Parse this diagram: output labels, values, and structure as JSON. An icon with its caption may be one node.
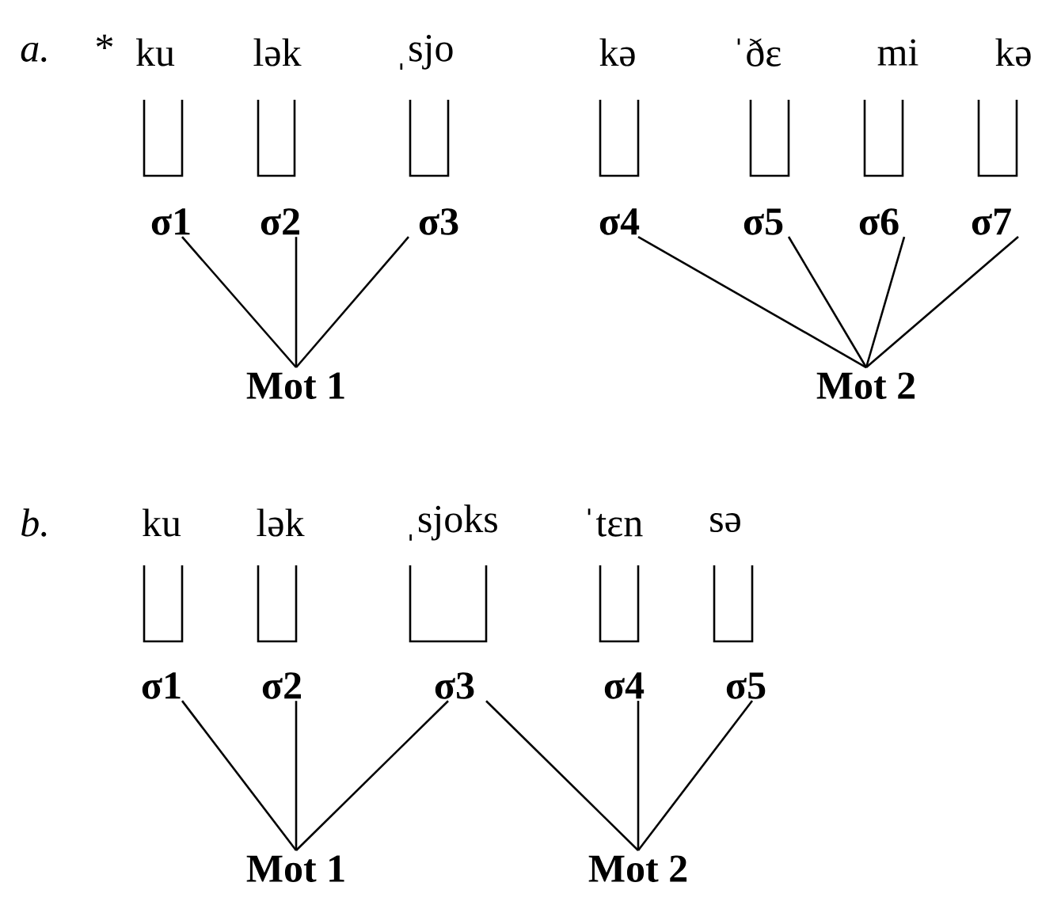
{
  "diagram": {
    "nodes": [
      {
        "text": [
          "σ1"
        ]
      },
      {
        "text": [
          "σ2"
        ]
      },
      {
        "text": [
          "σ3"
        ]
      },
      {
        "text": [
          "σ4"
        ]
      },
      {
        "text": [
          "σ5"
        ]
      },
      {
        "text": [
          "σ6"
        ]
      },
      {
        "text": [
          "σ7"
        ]
      },
      {
        "text": [
          "Mot 1"
        ]
      },
      {
        "text": [
          "Mot 2"
        ]
      },
      {
        "text": [
          "σ1"
        ]
      },
      {
        "text": [
          "σ2"
        ]
      },
      {
        "text": [
          "σ3"
        ]
      },
      {
        "text": [
          "σ4"
        ]
      },
      {
        "text": [
          "σ5"
        ]
      },
      {
        "text": [
          "Mot 1"
        ]
      },
      {
        "text": [
          "Mot 2"
        ]
      }
    ],
    "edges": [
      {
        "from": 0,
        "to": 7,
        "arrow": "none"
      },
      {
        "from": 1,
        "to": 7,
        "arrow": "none"
      },
      {
        "from": 2,
        "to": 7,
        "arrow": "none"
      },
      {
        "from": 3,
        "to": 8,
        "arrow": "none"
      },
      {
        "from": 4,
        "to": 8,
        "arrow": "none"
      },
      {
        "from": 5,
        "to": 8,
        "arrow": "none"
      },
      {
        "from": 6,
        "to": 8,
        "arrow": "none"
      },
      {
        "from": 9,
        "to": 14,
        "arrow": "none"
      },
      {
        "from": 10,
        "to": 14,
        "arrow": "none"
      },
      {
        "from": 11,
        "to": 14,
        "arrow": "none"
      },
      {
        "from": 11,
        "to": 15,
        "arrow": "none"
      },
      {
        "from": 12,
        "to": 15,
        "arrow": "none"
      },
      {
        "from": 13,
        "to": 15,
        "arrow": "none"
      }
    ],
    "labels": [
      "a.",
      "*",
      "ku",
      "lək",
      "ˌsjo",
      "kə",
      "ˈðɛ",
      "mi",
      "kə",
      "b.",
      "ku",
      "lək",
      "ˌsjoks",
      "ˈtɛn",
      "sə"
    ]
  }
}
